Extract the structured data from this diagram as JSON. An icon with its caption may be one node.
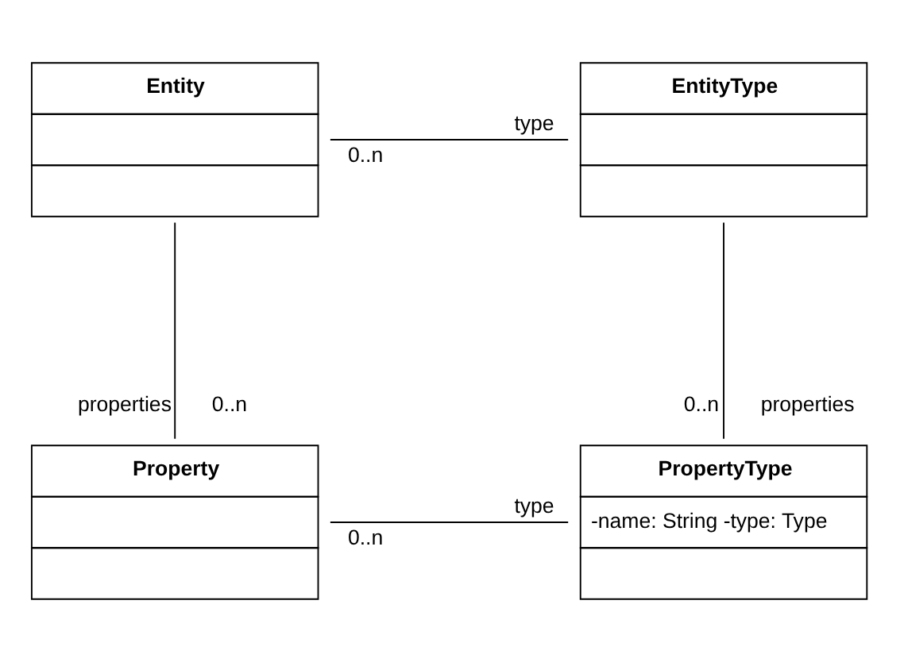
{
  "diagram": {
    "nodes": [
      {
        "text": [
          "Entity"
        ]
      },
      {
        "text": [
          "EntityType"
        ]
      },
      {
        "text": [
          "Property"
        ]
      },
      {
        "text": [
          "PropertyType",
          "-name: String -type: Type"
        ]
      }
    ],
    "edges": [
      {
        "from": 0,
        "to": 1,
        "arrow": "none"
      },
      {
        "from": 0,
        "to": 2,
        "arrow": "none"
      },
      {
        "from": 1,
        "to": 3,
        "arrow": "none"
      },
      {
        "from": 2,
        "to": 3,
        "arrow": "none"
      }
    ],
    "labels": [
      "0..n",
      "type",
      "properties",
      "0..n",
      "0..n",
      "properties",
      "0..n",
      "type"
    ]
  }
}
